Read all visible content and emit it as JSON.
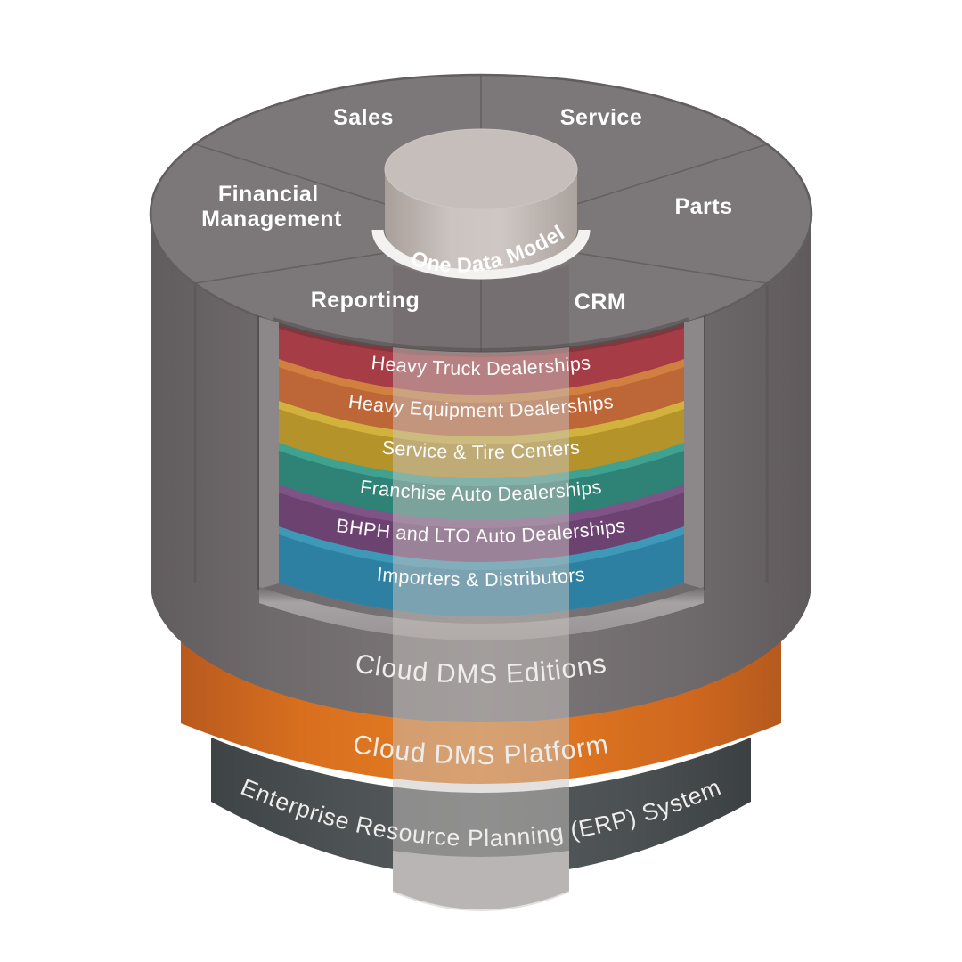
{
  "top_disc": {
    "disc_color": "#7c7778",
    "sales": "Sales",
    "service": "Service",
    "financial_line1": "Financial",
    "financial_line2": "Management",
    "parts": "Parts",
    "reporting": "Reporting",
    "crm": "CRM"
  },
  "core": {
    "label": "One Data Model",
    "color": "#c6bebb"
  },
  "editions_bands": {
    "items": [
      {
        "label": "Heavy Truck Dealerships",
        "color": "#a63c46",
        "lip": "#b8474f"
      },
      {
        "label": "Heavy Equipment Dealerships",
        "color": "#bd6638",
        "lip": "#d1803f"
      },
      {
        "label": "Service & Tire Centers",
        "color": "#b4932a",
        "lip": "#d2b23c"
      },
      {
        "label": "Franchise Auto Dealerships",
        "color": "#2e8276",
        "lip": "#3fa290"
      },
      {
        "label": "BHPH and LTO Auto Dealerships",
        "color": "#6c4271",
        "lip": "#7f5386"
      },
      {
        "label": "Importers & Distributors",
        "color": "#2e80a2",
        "lip": "#3d99b7"
      }
    ]
  },
  "tiers": {
    "items": [
      {
        "label": "Cloud DMS Editions",
        "color": "#7d7879"
      },
      {
        "label": "Cloud DMS Platform",
        "color": "#e67e22"
      },
      {
        "label": "Enterprise Resource Planning (ERP) System",
        "color": "#565b5d"
      }
    ]
  }
}
